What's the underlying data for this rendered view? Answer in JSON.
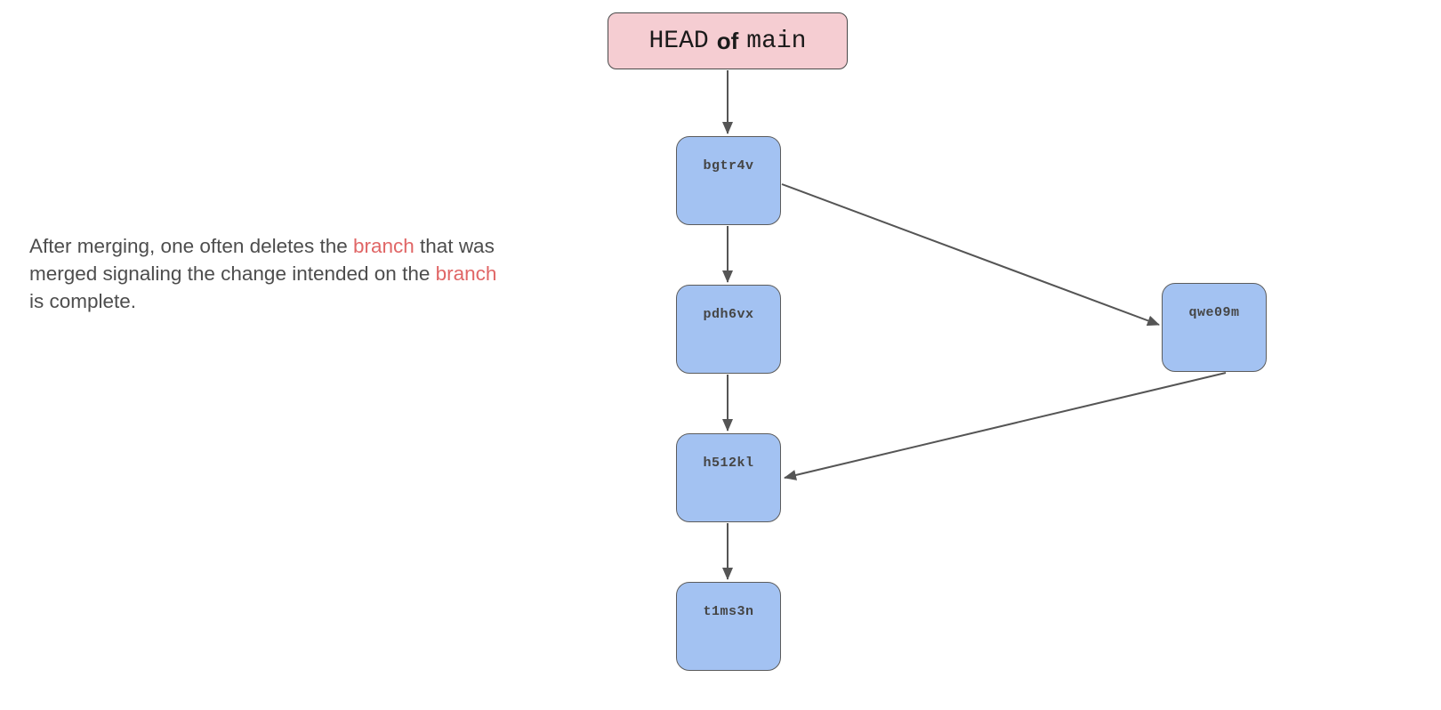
{
  "caption": {
    "s1": "After merging, one often deletes the ",
    "s2": "branch",
    "s3": " that was merged signaling the change intended on the ",
    "s4": "branch",
    "s5": " is complete."
  },
  "head": {
    "word1": "HEAD",
    "word2": "of",
    "word3": "main"
  },
  "nodes": [
    {
      "label": "bgtr4v"
    },
    {
      "label": "pdh6vx"
    },
    {
      "label": "h512kl"
    },
    {
      "label": "t1ms3n"
    },
    {
      "label": "qwe09m"
    }
  ],
  "colors": {
    "node_fill": "#a3c2f2",
    "node_border": "#5c5c5c",
    "head_fill": "#f5cdd2",
    "head_border": "#494949",
    "arrow": "#555555",
    "accent_red": "#e06666",
    "caption_text": "#4d4d4d"
  }
}
